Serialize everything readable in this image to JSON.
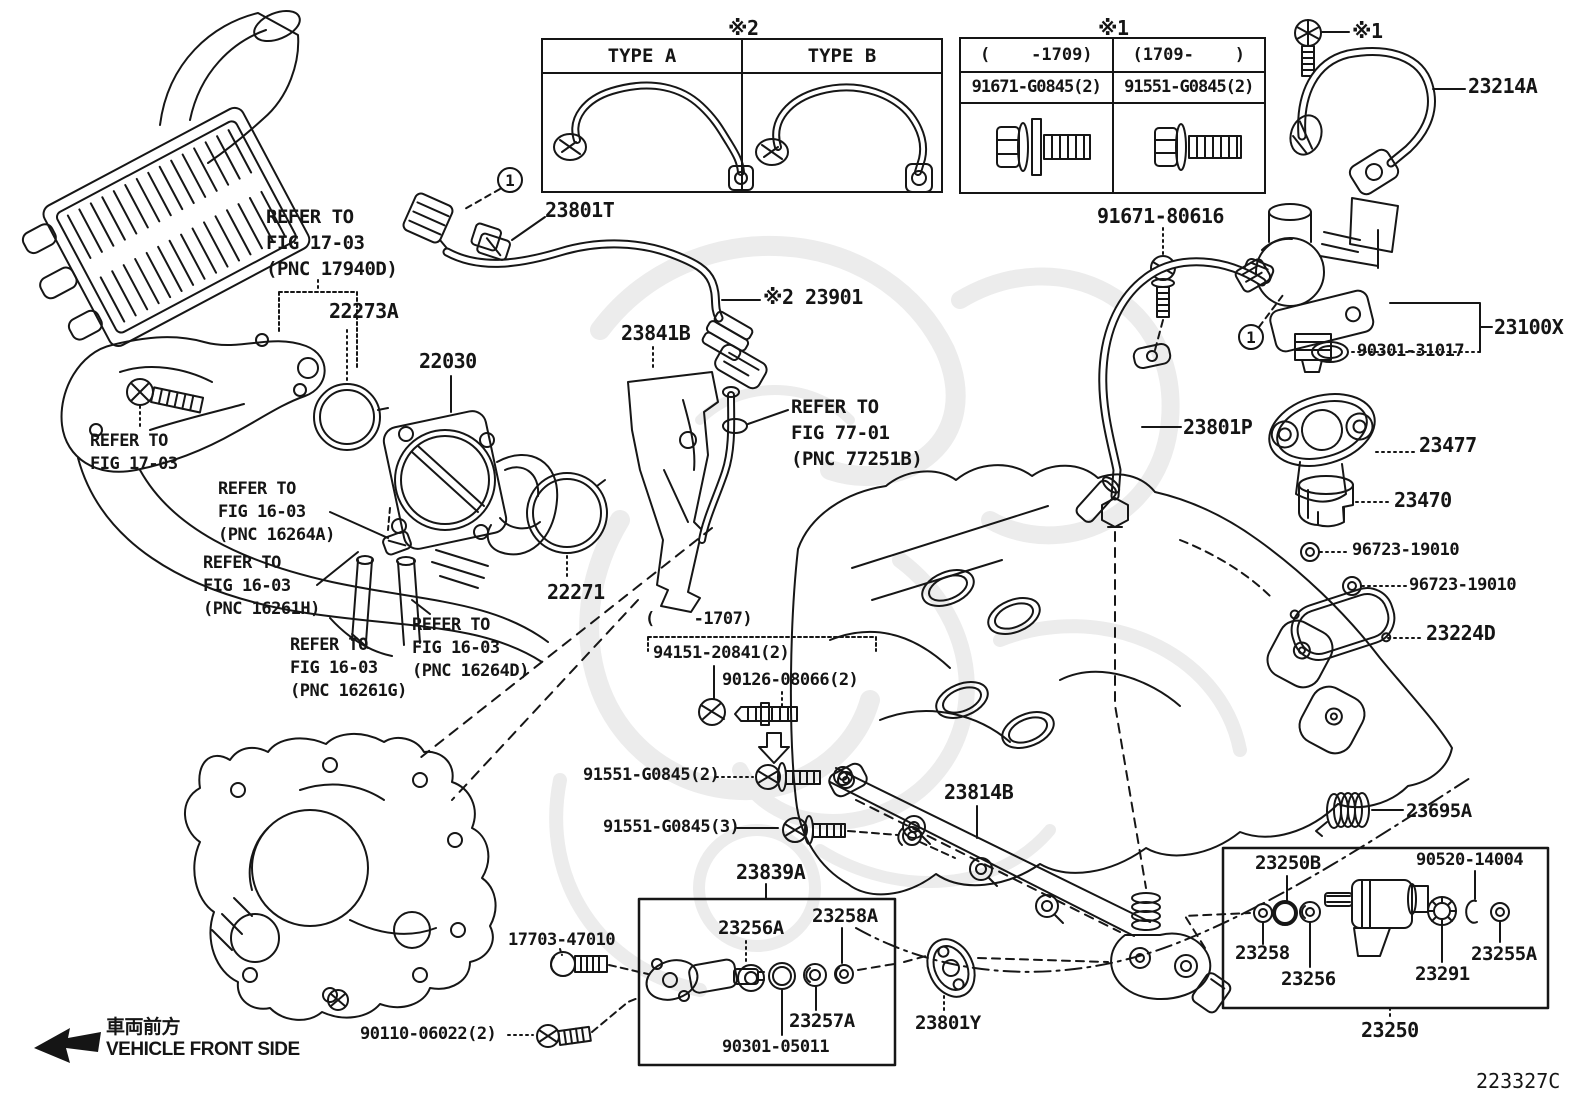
{
  "footer": {
    "jp": "車両前方",
    "en": "VEHICLE FRONT SIDE",
    "code": "223327C"
  },
  "markers": {
    "table_type": "※2",
    "table_bolt": "※1",
    "bolt_top_right": "※1",
    "balloon": "1"
  },
  "type_table": {
    "col_a": "TYPE A",
    "col_b": "TYPE B"
  },
  "spec_table": {
    "range_a": "(    -1709)",
    "range_b": "(1709-    )",
    "part_a": "91671-G0845(2)",
    "part_b": "91551-G0845(2)"
  },
  "parts": {
    "p23214a": "23214A",
    "p23801t": "23801T",
    "p23901": "※2 23901",
    "p23841b": "23841B",
    "p22030": "22030",
    "p22273a": "22273A",
    "p22271": "22271",
    "p91671_80616": "91671-80616",
    "p23100x": "23100X",
    "p90301_31017": "90301-31017",
    "p23801p": "23801P",
    "p23477": "23477",
    "p23470": "23470",
    "p96723a": "96723-19010",
    "p96723b": "96723-19010",
    "p23224d": "23224D",
    "range1707": "(    -1707)",
    "p94151": "94151-20841(2)",
    "p90126": "90126-08066(2)",
    "p91551_2": "91551-G0845(2)",
    "p91551_3": "91551-G0845(3)",
    "p23814b": "23814B",
    "p23839a": "23839A",
    "p23256a": "23256A",
    "p23258a": "23258A",
    "p23257a": "23257A",
    "p90301_05011": "90301-05011",
    "p17703": "17703-47010",
    "p90110": "90110-06022(2)",
    "p23801y": "23801Y",
    "p23695a": "23695A",
    "p23250b": "23250B",
    "p90520": "90520-14004",
    "p23258": "23258",
    "p23256": "23256",
    "p23291": "23291",
    "p23255a": "23255A",
    "p23250": "23250"
  },
  "notes": {
    "fig1703a": "REFER TO\nFIG 17-03\n(PNC 17940D)",
    "fig1703b": "REFER TO\nFIG 17-03",
    "fig1603a": "REFER TO\nFIG 16-03\n(PNC 16264A)",
    "fig1603h": "REFER TO\nFIG 16-03\n(PNC 16261H)",
    "fig1603g": "REFER TO\nFIG 16-03\n(PNC 16261G)",
    "fig1603d": "REFER TO\nFIG 16-03\n(PNC 16264D)",
    "fig7701": "REFER TO\nFIG 77-01\n(PNC 77251B)"
  }
}
